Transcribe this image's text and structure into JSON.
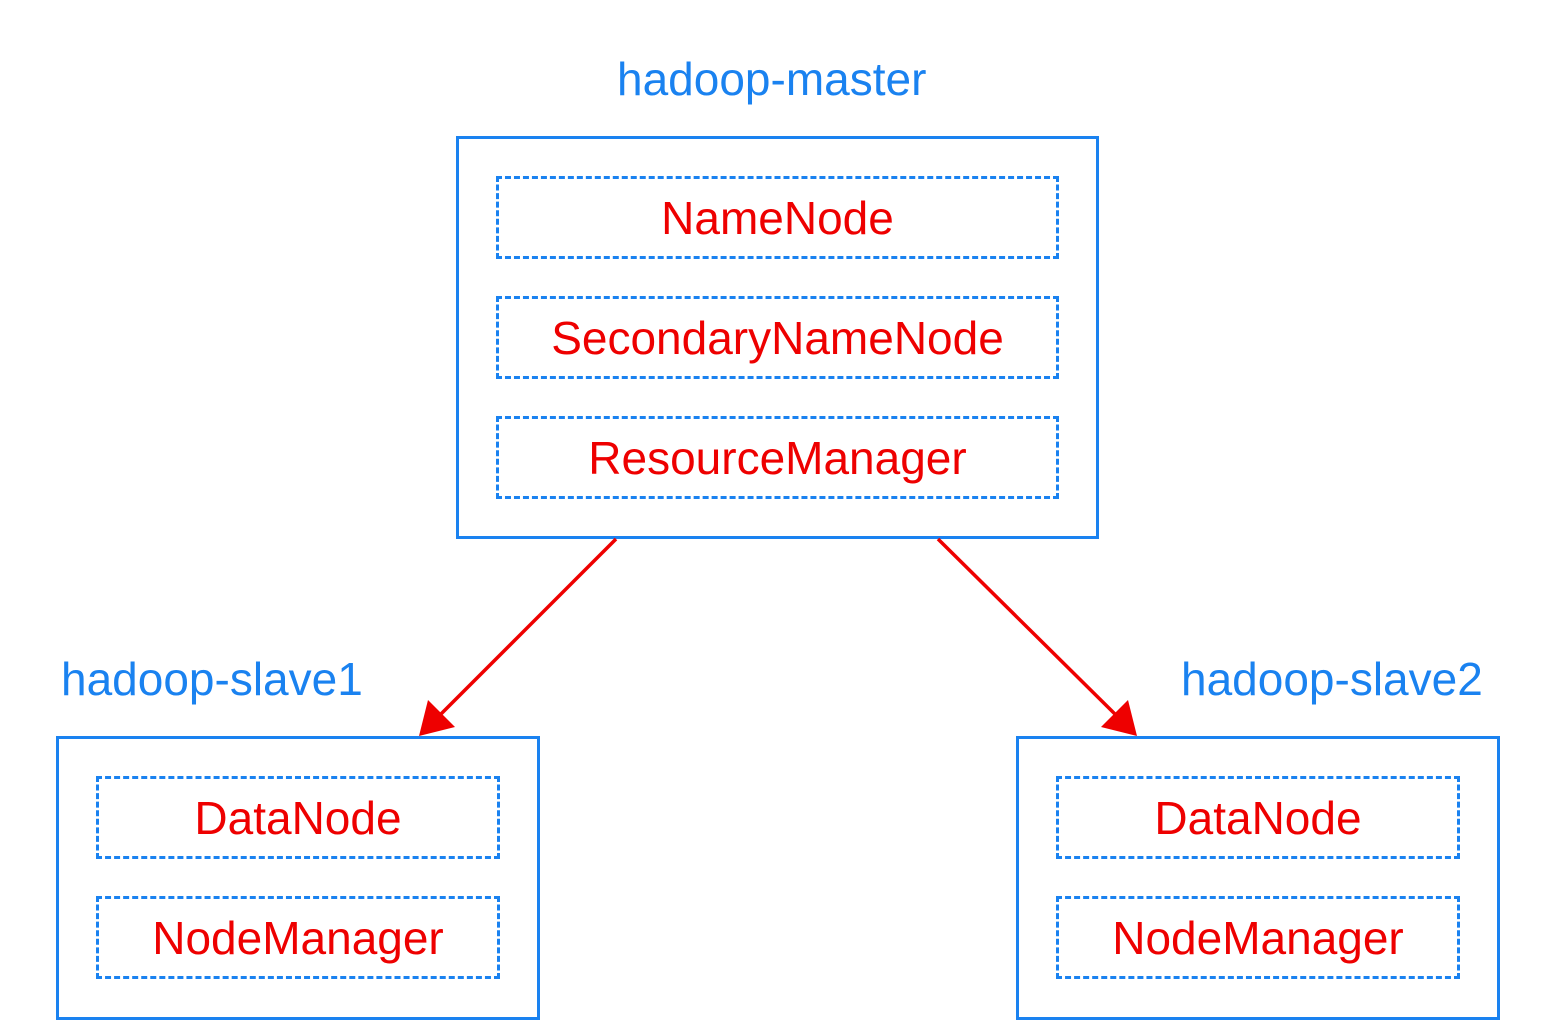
{
  "diagram": {
    "master": {
      "title": "hadoop-master",
      "processes": [
        "NameNode",
        "SecondaryNameNode",
        "ResourceManager"
      ]
    },
    "slave1": {
      "title": "hadoop-slave1",
      "processes": [
        "DataNode",
        "NodeManager"
      ]
    },
    "slave2": {
      "title": "hadoop-slave2",
      "processes": [
        "DataNode",
        "NodeManager"
      ]
    },
    "edges": [
      {
        "from": "hadoop-master",
        "to": "hadoop-slave1"
      },
      {
        "from": "hadoop-master",
        "to": "hadoop-slave2"
      }
    ],
    "colors": {
      "node_border": "#1a82f0",
      "title_text": "#1a82f0",
      "process_text": "#ee0000",
      "arrow": "#ee0000"
    }
  }
}
